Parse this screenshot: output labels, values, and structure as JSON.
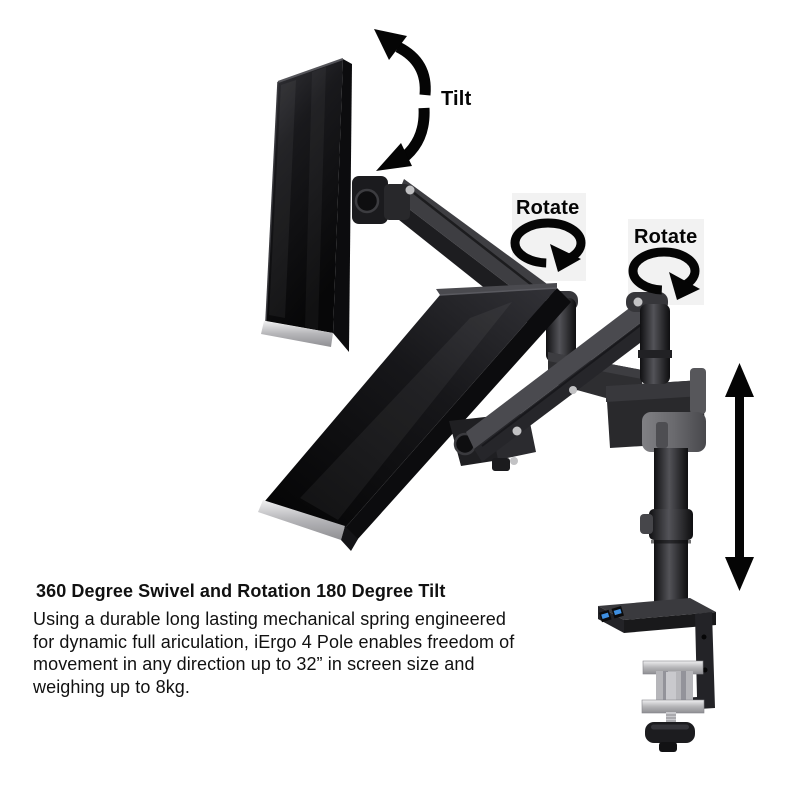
{
  "page": {
    "background_color": "#ffffff"
  },
  "annotations": {
    "tilt": {
      "label": "Tilt",
      "icon": "tilt-curved-arrow-icon"
    },
    "rotate_arm": {
      "label": "Rotate",
      "icon": "rotate-loop-arrow-icon"
    },
    "rotate_pole": {
      "label": "Rotate",
      "icon": "rotate-loop-arrow-icon"
    },
    "height_adjustment": {
      "icon": "vertical-double-arrow-icon"
    }
  },
  "description": {
    "heading": "360 Degree Swivel and Rotation 180 Degree Tilt",
    "lines": [
      "Using a durable long lasting mechanical spring engineered",
      "for dynamic full ariculation, iErgo 4 Pole enables freedom of",
      "movement in any direction up to 32” in screen size and",
      "weighing up to 8kg."
    ]
  },
  "colors": {
    "annotation_arrow": "#050505",
    "text": "#111111",
    "annotation_box": "#f2f2f2",
    "screen_black": "#0d0d0f",
    "arm_gray": "#3e3e42",
    "silver": "#c9c9cd",
    "usb_port_blue": "#3f8fe0"
  }
}
